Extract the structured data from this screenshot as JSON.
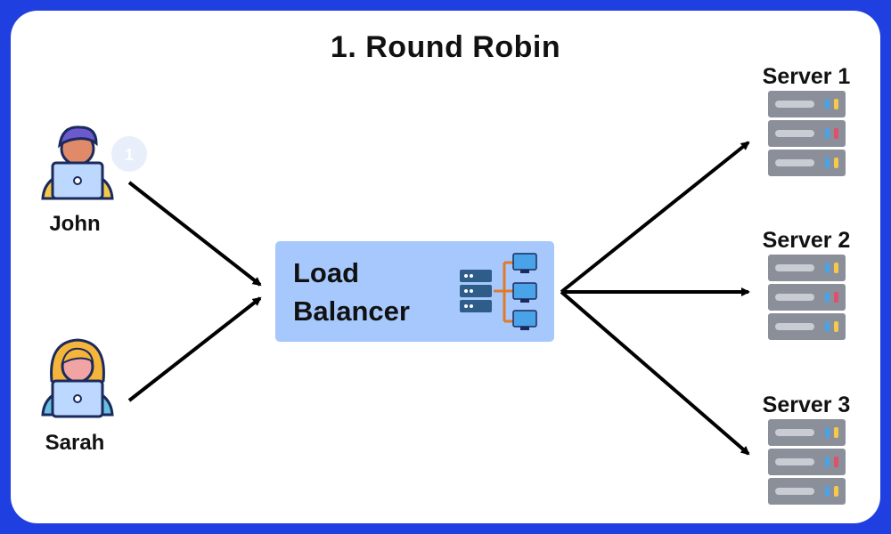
{
  "title": "1.   Round Robin",
  "users": [
    {
      "name": "John",
      "badge": "1"
    },
    {
      "name": "Sarah"
    }
  ],
  "load_balancer": {
    "line1": "Load",
    "line2": "Balancer"
  },
  "servers": [
    {
      "name": "Server 1"
    },
    {
      "name": "Server 2"
    },
    {
      "name": "Server 3"
    }
  ],
  "colors": {
    "frame": "#1f3fe0",
    "load_balancer_fill": "#a6c8fd",
    "server_gray": "#8a8f99",
    "arrow": "#000000"
  },
  "icons": [
    "user-laptop-icon",
    "load-balancer-network-icon",
    "server-rack-icon"
  ]
}
